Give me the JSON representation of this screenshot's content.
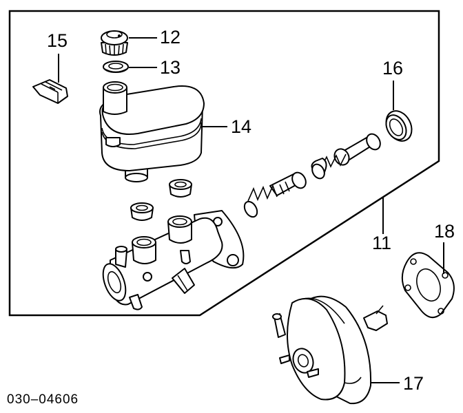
{
  "callouts": {
    "c11": "11",
    "c12": "12",
    "c13": "13",
    "c14": "14",
    "c15": "15",
    "c16": "16",
    "c17": "17",
    "c18": "18"
  },
  "diagram_code": "030–04606"
}
